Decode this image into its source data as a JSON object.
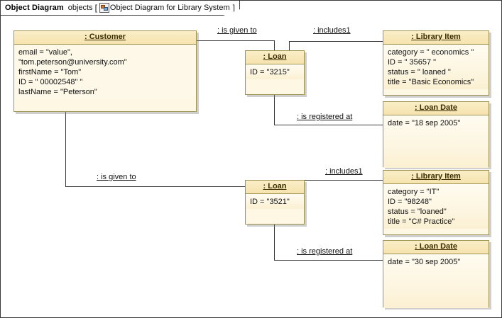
{
  "frame": {
    "kind_label": "Object Diagram",
    "keyword": "objects",
    "bracket_open": "[",
    "icon": "diagram-icon",
    "name": "Object Diagram for Library System",
    "bracket_close": "]"
  },
  "objects": [
    {
      "id": "customer",
      "title": ": Customer",
      "slots": [
        "email = \"value\",",
        "\"tom.peterson@university.com\"",
        "firstName = \"Tom\"",
        "ID = \" 00002548\" \"",
        "lastName = \"Peterson\""
      ]
    },
    {
      "id": "loan1",
      "title": ": Loan",
      "slots": [
        "ID = \"3215\""
      ]
    },
    {
      "id": "library_item1",
      "title": ": Library Item",
      "slots": [
        "category = \" economics \"",
        "ID = \" 35657 \"",
        "status = \" loaned \"",
        "title = \"Basic Economics\""
      ]
    },
    {
      "id": "loan_date1",
      "title": ": Loan Date",
      "slots": [
        "date = \"18 sep 2005\""
      ]
    },
    {
      "id": "loan2",
      "title": ": Loan",
      "slots": [
        "ID = \"3521\""
      ]
    },
    {
      "id": "library_item2",
      "title": ": Library Item",
      "slots": [
        "category = \"IT\"",
        "ID = \"98248\"",
        "status = \"loaned\"",
        "title = \"C# Practice\""
      ]
    },
    {
      "id": "loan_date2",
      "title": ": Loan Date",
      "slots": [
        "date = \"30 sep 2005\""
      ]
    }
  ],
  "links": [
    {
      "id": "customer_loan1",
      "label": ": is given to"
    },
    {
      "id": "loan1_item1",
      "label": ": includes1"
    },
    {
      "id": "loan1_date1",
      "label": ": is registered at"
    },
    {
      "id": "customer_loan2",
      "label": ": is given to"
    },
    {
      "id": "loan2_item2",
      "label": ": includes1"
    },
    {
      "id": "loan2_date2",
      "label": ": is registered at"
    }
  ],
  "colors": {
    "box_border": "#a09455",
    "box_header": "#f6e3ae",
    "box_body": "#fdf7e3",
    "line": "#3a3a3c",
    "frame_border": "#3a3a3c"
  }
}
